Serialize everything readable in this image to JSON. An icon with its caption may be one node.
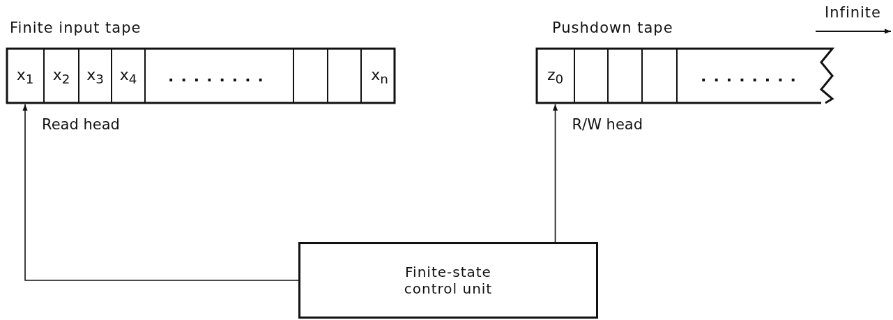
{
  "diagram": {
    "nodes": [
      {
        "text": [
          "Finite input tape"
        ]
      },
      {
        "text": [
          "x$_{1}$"
        ],
        "in": 0
      },
      {
        "text": [
          "x$_{2}$"
        ],
        "in": 0
      },
      {
        "text": [
          "x$_{3}$"
        ],
        "in": 0
      },
      {
        "text": [
          "x$_{4}$"
        ],
        "in": 0
      },
      {
        "text": [
          "........"
        ],
        "in": 0
      },
      {
        "text": [],
        "shape": "box",
        "in": 0
      },
      {
        "text": [],
        "shape": "box",
        "in": 0
      },
      {
        "text": [
          "x$_{n}$"
        ],
        "in": 0
      },
      {
        "text": [
          "Pushdown tape"
        ]
      },
      {
        "text": [
          "z$_{0}$"
        ],
        "in": 9
      },
      {
        "text": [],
        "shape": "box",
        "in": 9
      },
      {
        "text": [],
        "shape": "box",
        "in": 9
      },
      {
        "text": [],
        "shape": "box",
        "in": 9
      },
      {
        "text": [
          "........"
        ],
        "in": 9
      },
      {
        "text": [
          "Finite-state control unit"
        ]
      }
    ],
    "edges": [
      {
        "from": 15,
        "to": 1,
        "arrow": "to",
        "label": "Read head"
      },
      {
        "from": 15,
        "to": 10,
        "arrow": "to",
        "label": "R/W head"
      }
    ],
    "labels": [
      "Infinite"
    ]
  }
}
